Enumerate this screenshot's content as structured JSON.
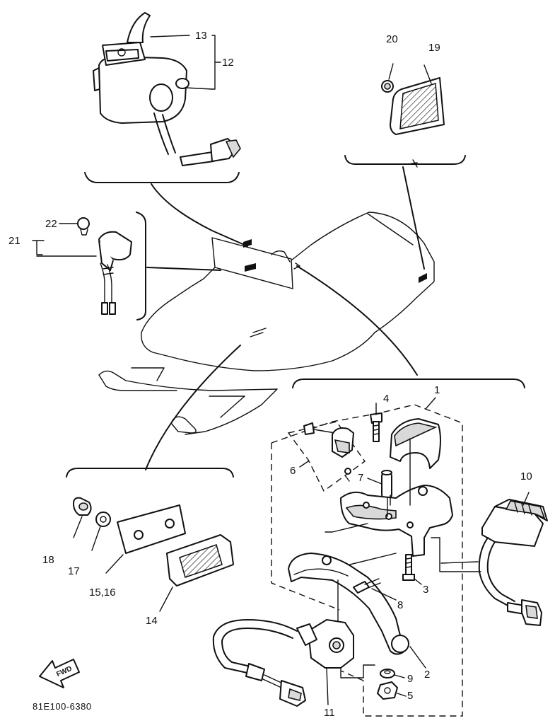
{
  "labels": {
    "p1": "1",
    "p2": "2",
    "p3": "3",
    "p4": "4",
    "p5": "5",
    "p6": "6",
    "p7": "7",
    "p8": "8",
    "p9": "9",
    "p10": "10",
    "p11": "11",
    "p12": "12",
    "p13": "13",
    "p14": "14",
    "p1516": "15,16",
    "p17": "17",
    "p18": "18",
    "p19": "19",
    "p20": "20",
    "p21": "21",
    "p22": "22"
  },
  "fwd_label": "FWD",
  "diagram_code": "81E100-6380"
}
